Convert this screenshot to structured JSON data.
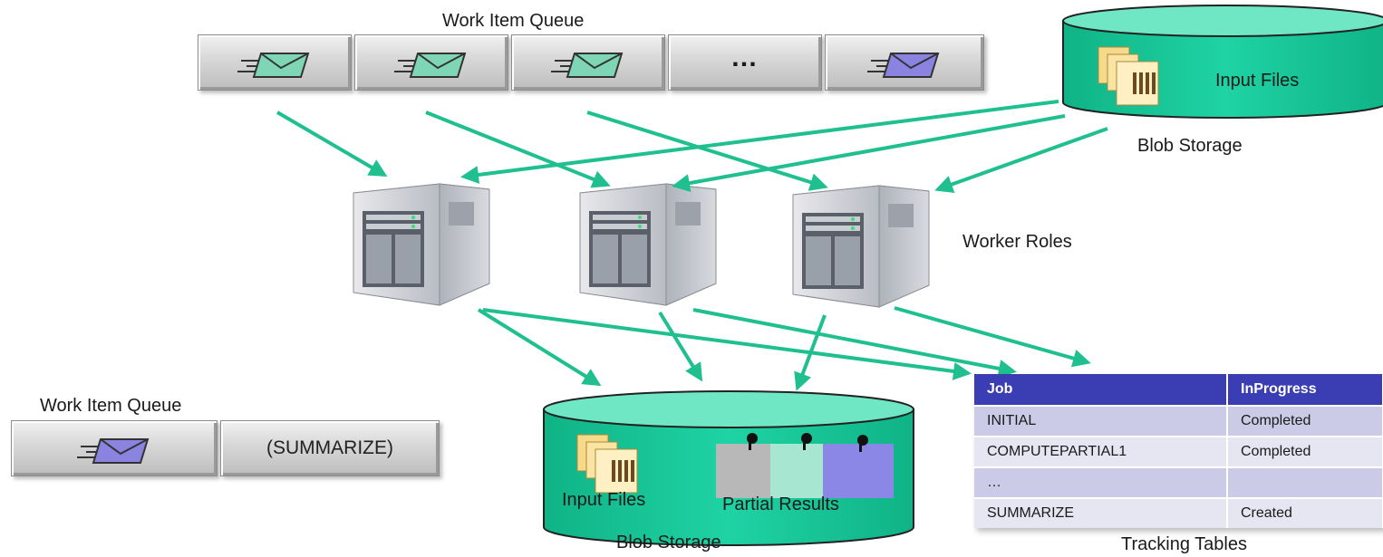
{
  "top_queue": {
    "title": "Work Item Queue",
    "slots": [
      {
        "icon": "envelope-icon",
        "color": "#7fd6b6"
      },
      {
        "icon": "envelope-icon",
        "color": "#7fd6b6"
      },
      {
        "icon": "envelope-icon",
        "color": "#7fd6b6"
      },
      {
        "text": "…"
      },
      {
        "icon": "envelope-icon",
        "color": "#8a84e0"
      }
    ]
  },
  "top_storage": {
    "files_label": "Input Files",
    "caption": "Blob Storage",
    "fill": "#17c99a"
  },
  "workers": {
    "label": "Worker Roles",
    "count": 3
  },
  "bottom_queue": {
    "title": "Work Item Queue",
    "message_label": "(SUMMARIZE)",
    "envelope_color": "#8a84e0"
  },
  "bottom_storage": {
    "files_label": "Input Files",
    "results_label": "Partial Results",
    "caption": "Blob Storage",
    "note_colors": [
      "#b8b8b8",
      "#a7e7d2",
      "#8a87e6"
    ]
  },
  "tracking": {
    "caption": "Tracking Tables",
    "headers": [
      "Job",
      "InProgress"
    ],
    "rows": [
      [
        "INITIAL",
        "Completed"
      ],
      [
        "COMPUTEPARTIAL1",
        "Completed"
      ],
      [
        "…",
        ""
      ],
      [
        "SUMMARIZE",
        "Created"
      ]
    ]
  },
  "arrow_color": "#1fbf8f"
}
